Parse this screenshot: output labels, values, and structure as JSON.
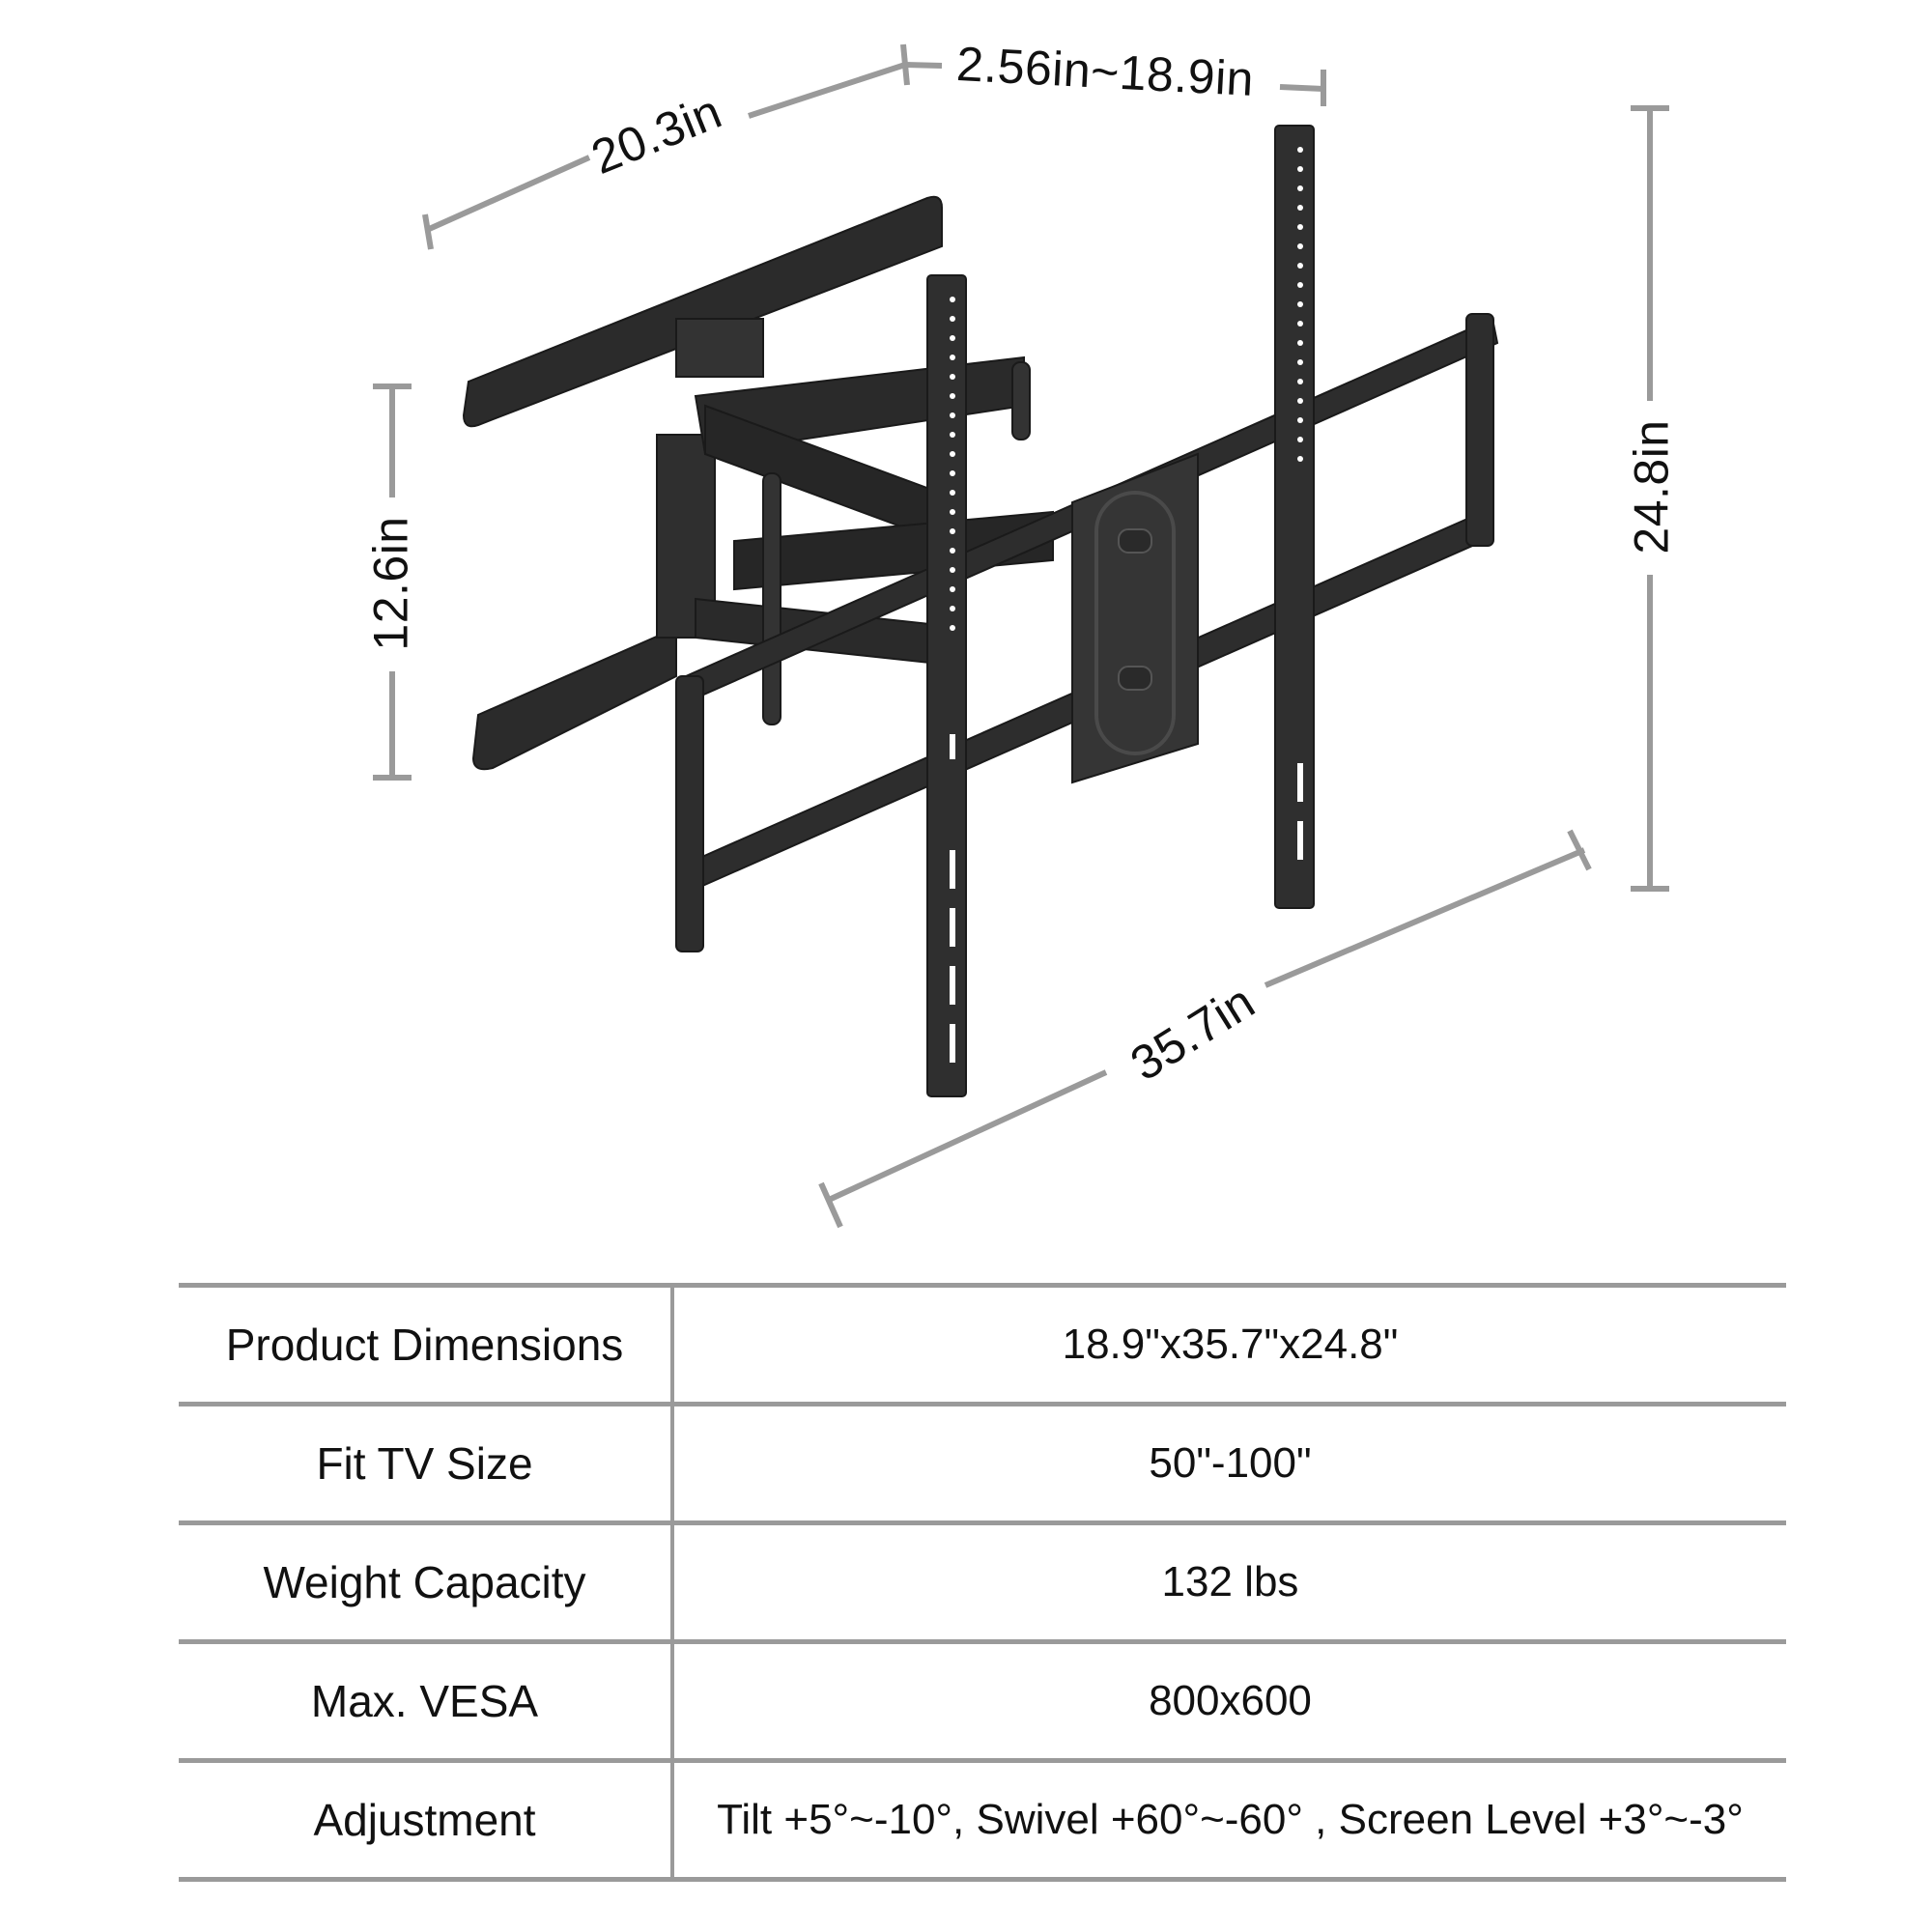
{
  "diagram": {
    "subject": "full-motion dual-arm TV wall mount",
    "dimensions": {
      "arm_depth": "20.3in",
      "extension_range": "2.56in~18.9in",
      "wall_plate_height": "12.6in",
      "overall_height": "24.8in",
      "overall_width": "35.7in"
    },
    "colors": {
      "mount_body": "#2b2b2b",
      "mount_highlight": "#4a4a4a",
      "dimension_line": "#9a9a9a",
      "text": "#111111"
    }
  },
  "specs": {
    "rows": [
      {
        "label": "Product Dimensions",
        "value": "18.9\"x35.7\"x24.8\""
      },
      {
        "label": "Fit TV Size",
        "value": "50\"-100\""
      },
      {
        "label": "Weight Capacity",
        "value": "132 lbs"
      },
      {
        "label": "Max. VESA",
        "value": "800x600"
      },
      {
        "label": "Adjustment",
        "value": "Tilt +5°~-10°, Swivel +60°~-60° , Screen Level +3°~-3°"
      }
    ]
  }
}
